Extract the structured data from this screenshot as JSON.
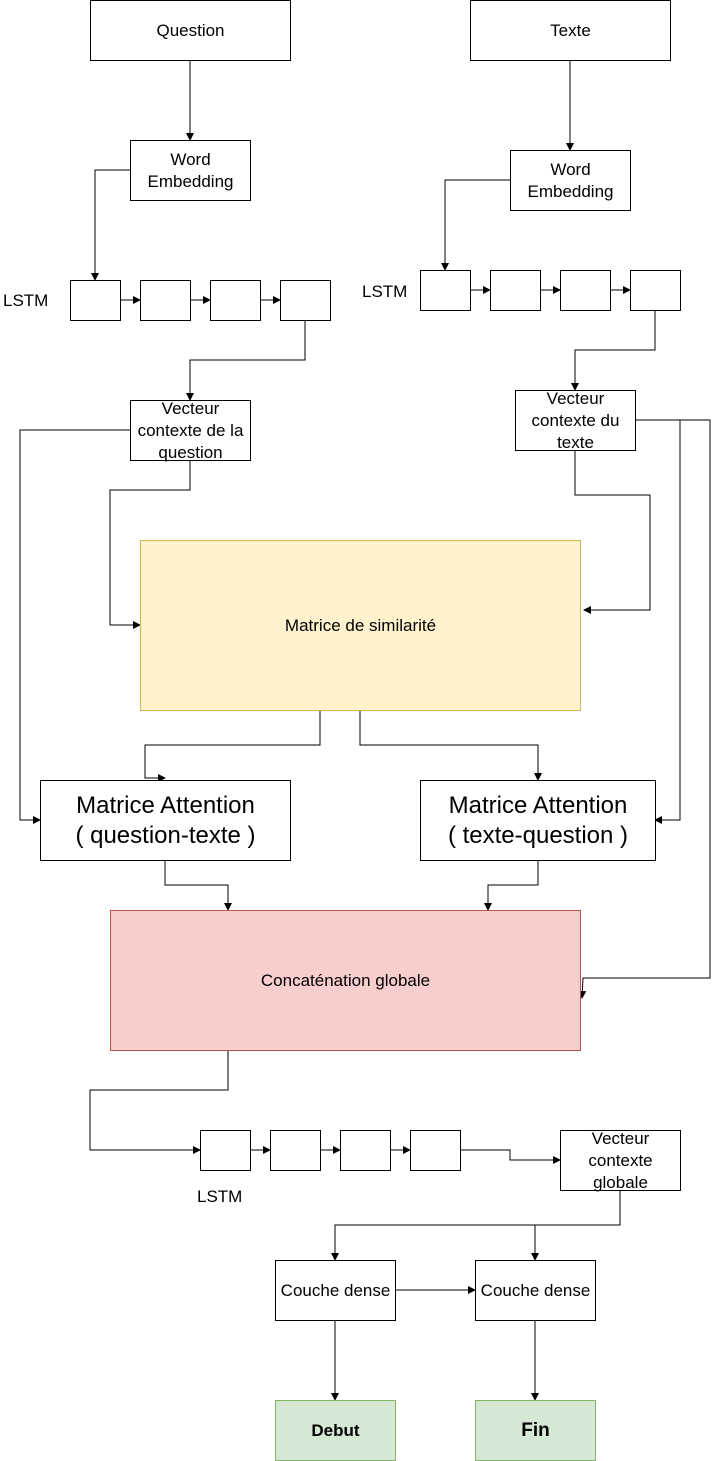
{
  "nodes": {
    "question": "Question",
    "texte": "Texte",
    "word_embedding_q": "Word Embedding",
    "word_embedding_t": "Word Embedding",
    "lstm_q_label": "LSTM",
    "lstm_t_label": "LSTM",
    "lstm_bottom_label": "LSTM",
    "vecteur_question": "Vecteur contexte de la question",
    "vecteur_texte": "Vecteur contexte du texte",
    "matrice_similarite": "Matrice de similarité",
    "attention_qt_line1": "Matrice Attention",
    "attention_qt_line2": "( question-texte )",
    "attention_tq_line1": "Matrice Attention",
    "attention_tq_line2": "( texte-question )",
    "concatenation": "Concaténation globale",
    "vecteur_globale": "Vecteur contexte globale",
    "couche_dense_1": "Couche dense",
    "couche_dense_2": "Couche dense",
    "debut": "Debut",
    "fin": "Fin"
  },
  "colors": {
    "similarity_fill": "#fff2cc",
    "similarity_border": "#d6b656",
    "concat_fill": "#f8cecc",
    "concat_border": "#b85450",
    "output_fill": "#d5e8d4",
    "output_border": "#82b366"
  }
}
